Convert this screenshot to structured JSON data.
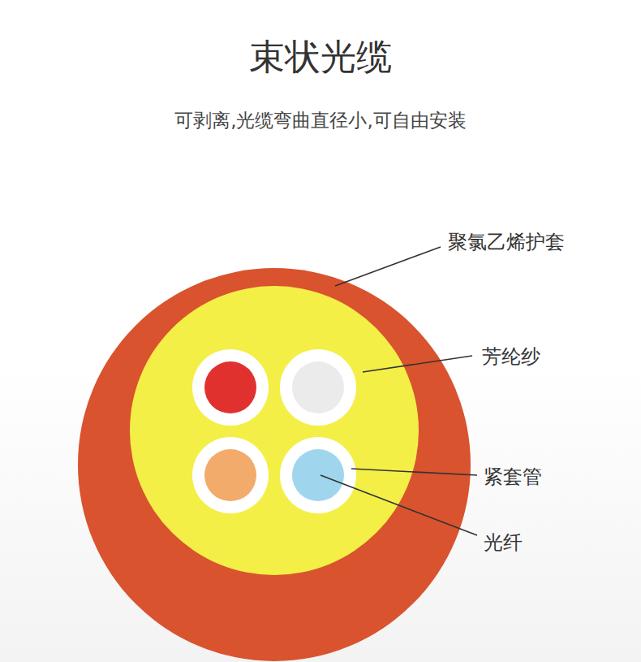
{
  "diagram": {
    "title": "束状光缆",
    "caption": "可剥离,光缆弯曲直径小,可自由安装",
    "labels": [
      "聚氯乙烯护套",
      "芳纶纱",
      "紧套管",
      "光纤"
    ]
  }
}
